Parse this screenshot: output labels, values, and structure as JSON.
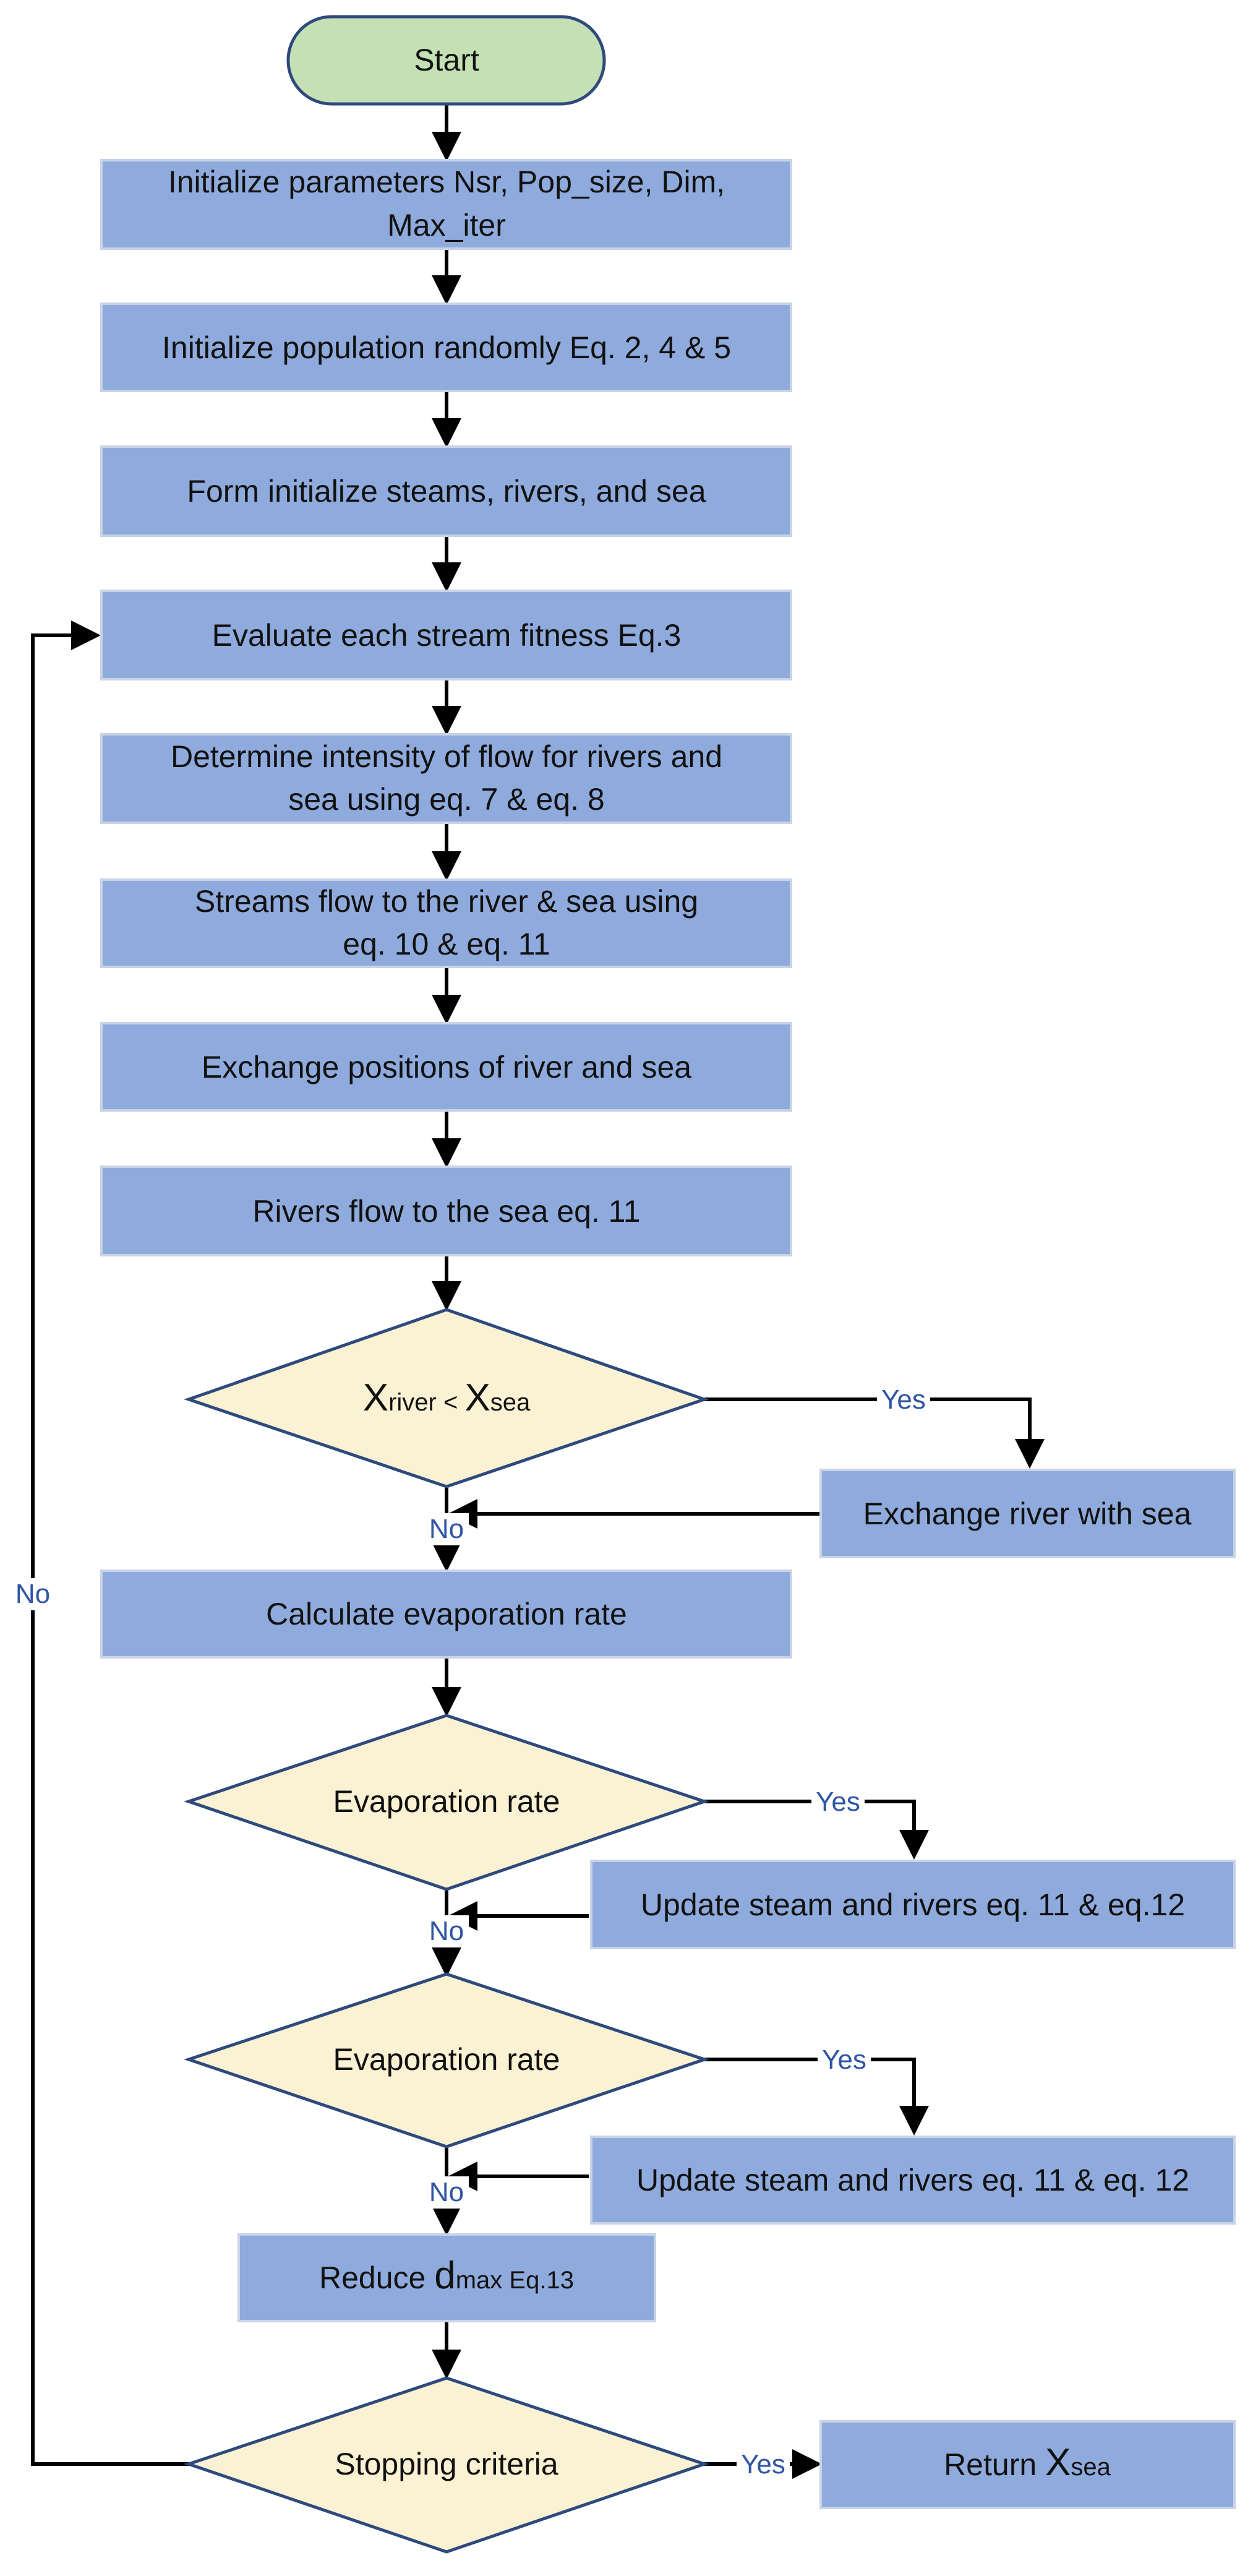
{
  "start": "Start",
  "steps": {
    "init_params_1": "Initialize parameters Nsr, Pop_size, Dim,",
    "init_params_2": "Max_iter",
    "init_population": "Initialize population randomly Eq. 2, 4 & 5",
    "form_streams": "Form initialize steams, rivers, and sea",
    "evaluate": "Evaluate each stream fitness Eq.3",
    "intensity_1": "Determine intensity of flow for rivers and",
    "intensity_2": "sea using eq. 7 & eq. 8",
    "streams_flow_1": "Streams flow to the river & sea using",
    "streams_flow_2": "eq. 10 & eq. 11",
    "exchange_positions": "Exchange positions of river and sea",
    "rivers_flow": "Rivers flow to the sea eq. 11",
    "exchange_river": "Exchange river with sea",
    "calc_evaporation": "Calculate evaporation rate",
    "update_1": "Update steam and rivers eq. 11 & eq.12",
    "update_2": "Update steam and rivers eq. 11 & eq. 12",
    "reduce_pre": "Reduce ",
    "reduce_d": "d",
    "reduce_sub": "max",
    "reduce_eq": " Eq.13",
    "return_pre": "Return ",
    "return_x": "X",
    "return_sub": "sea"
  },
  "decisions": {
    "compare_x1": "X",
    "compare_sub1": "river",
    "compare_op": " < ",
    "compare_x2": "X",
    "compare_sub2": "sea",
    "evaporation_1": "Evaporation rate",
    "evaporation_2": "Evaporation rate",
    "stopping": "Stopping criteria"
  },
  "labels": {
    "yes": "Yes",
    "no": "No"
  },
  "colors": {
    "process_fill": "#8faadc",
    "decision_fill": "#fbf1d3",
    "terminal_fill": "#c5e0b4",
    "label_color": "#2f55a4"
  }
}
